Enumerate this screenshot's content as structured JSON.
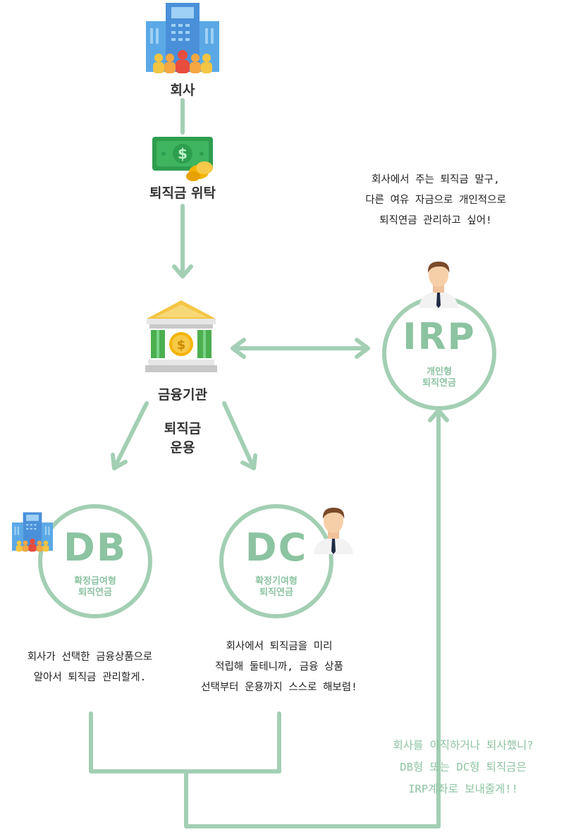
{
  "company": {
    "label": "회사"
  },
  "deposit": {
    "label": "퇴직금 위탁"
  },
  "bank": {
    "label": "금융기관"
  },
  "operation": {
    "line1": "퇴직금",
    "line2": "운용"
  },
  "irp": {
    "title": "IRP",
    "sub1": "개인형",
    "sub2": "퇴직연금",
    "note": [
      "회사에서 주는 퇴직금 말구,",
      "다른 여유 자금으로 개인적으로",
      "퇴직연금 관리하고 싶어!"
    ]
  },
  "db": {
    "title": "DB",
    "sub1": "확정급여형",
    "sub2": "퇴직연금",
    "note": [
      "회사가 선택한 금융상품으로",
      "알아서 퇴직금 관리할게."
    ]
  },
  "dc": {
    "title": "DC",
    "sub1": "확정기여형",
    "sub2": "퇴직연금",
    "note": [
      "회사에서 퇴직금을 미리",
      "적립해 둘테니까, 금융 상품",
      "선택부터 운용까지 스스로 해보렴!"
    ]
  },
  "transfer_note": [
    "회사를 이직하거나 퇴사했니?",
    "DB형 또는 DC형 퇴직금은",
    "IRP계좌로 보내줄게!!"
  ],
  "colors": {
    "line": "#a3cfb4",
    "accent_text": "#8cc3a1",
    "building": "#5aa9e6",
    "money": "#2e9e4f",
    "coin": "#f4b400"
  },
  "icons": [
    "company-building-icon",
    "money-bill-icon",
    "bank-icon",
    "person-icon"
  ]
}
